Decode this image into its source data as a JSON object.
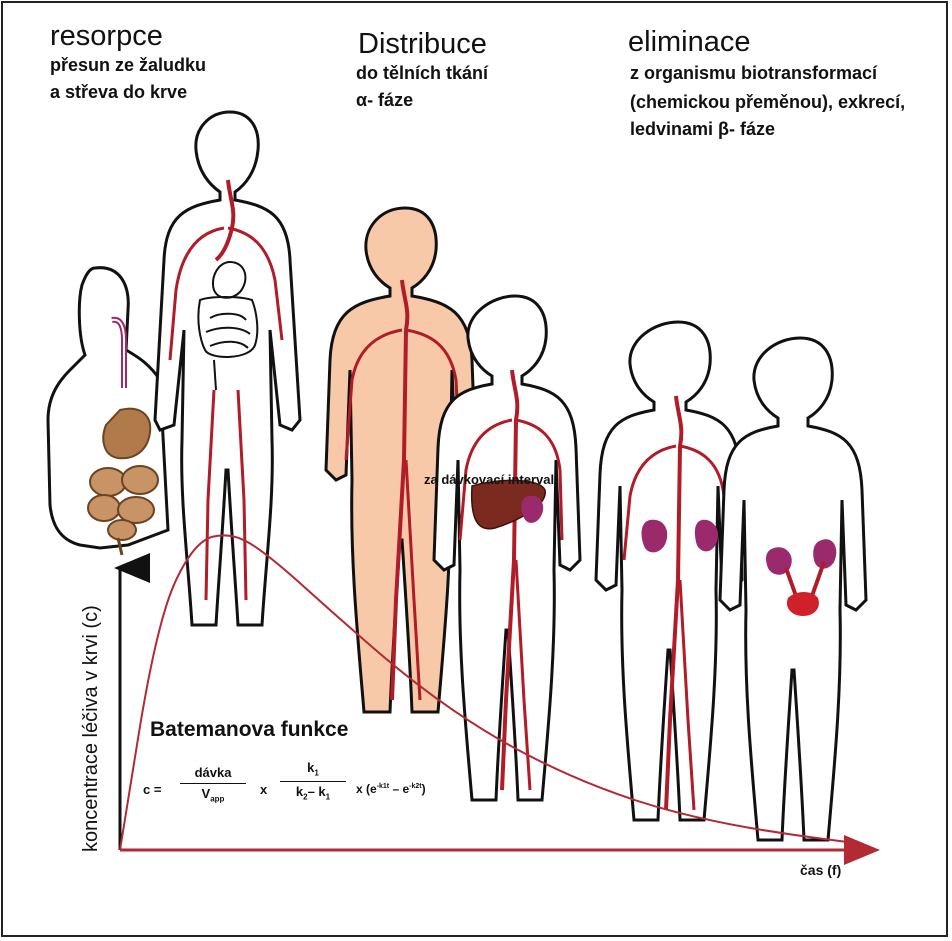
{
  "phases": {
    "resorption": {
      "title": "resorpce",
      "line1": "přesun ze žaludku",
      "line2": "a střeva do krve"
    },
    "distribution": {
      "title": "Distribuce",
      "line1": "do tělních tkání",
      "line2": "α-  fáze"
    },
    "elimination": {
      "title": "eliminace",
      "line1": "z organismu biotransformací",
      "line2": "(chemickou přeměnou), exkrecí,",
      "line3": "ledvinami β-  fáze"
    }
  },
  "dosing_label": "za dávkovací interval",
  "formula": {
    "title": "Batemanova funkce",
    "lhs": "c =",
    "num1": "dávka",
    "den1": "V",
    "den1_sub": "app",
    "times1": "x",
    "num2": "k",
    "num2_sub": "1",
    "den2_a": "k",
    "den2_a_sub": "2",
    "den2_minus": "– k",
    "den2_b_sub": "1",
    "tail": "x (e",
    "exp1": "-k1t",
    "tail_mid": " – e",
    "exp2": "-k2t",
    "tail_end": ")"
  },
  "chart_data": {
    "type": "line",
    "title": "",
    "xlabel": "čas (f)",
    "ylabel": "koncentrace léčiva v krvi (c)",
    "series": [
      {
        "values_description_free": true,
        "x": [
          0,
          0.05,
          0.1,
          0.15,
          0.2,
          0.3,
          0.4,
          0.5,
          0.6,
          0.7,
          0.8,
          0.9,
          1.0
        ],
        "y": [
          0,
          0.72,
          0.97,
          1.0,
          0.93,
          0.72,
          0.52,
          0.36,
          0.24,
          0.15,
          0.09,
          0.05,
          0.02
        ]
      }
    ],
    "colors": {
      "curve": "#b22a33",
      "axis": "#111111",
      "vessel": "#b01c28",
      "kidney": "#9b2a6d",
      "liver": "#7a2a1f",
      "gut": "#b07a4a",
      "skin_distribution": "#f8c9a8"
    }
  }
}
